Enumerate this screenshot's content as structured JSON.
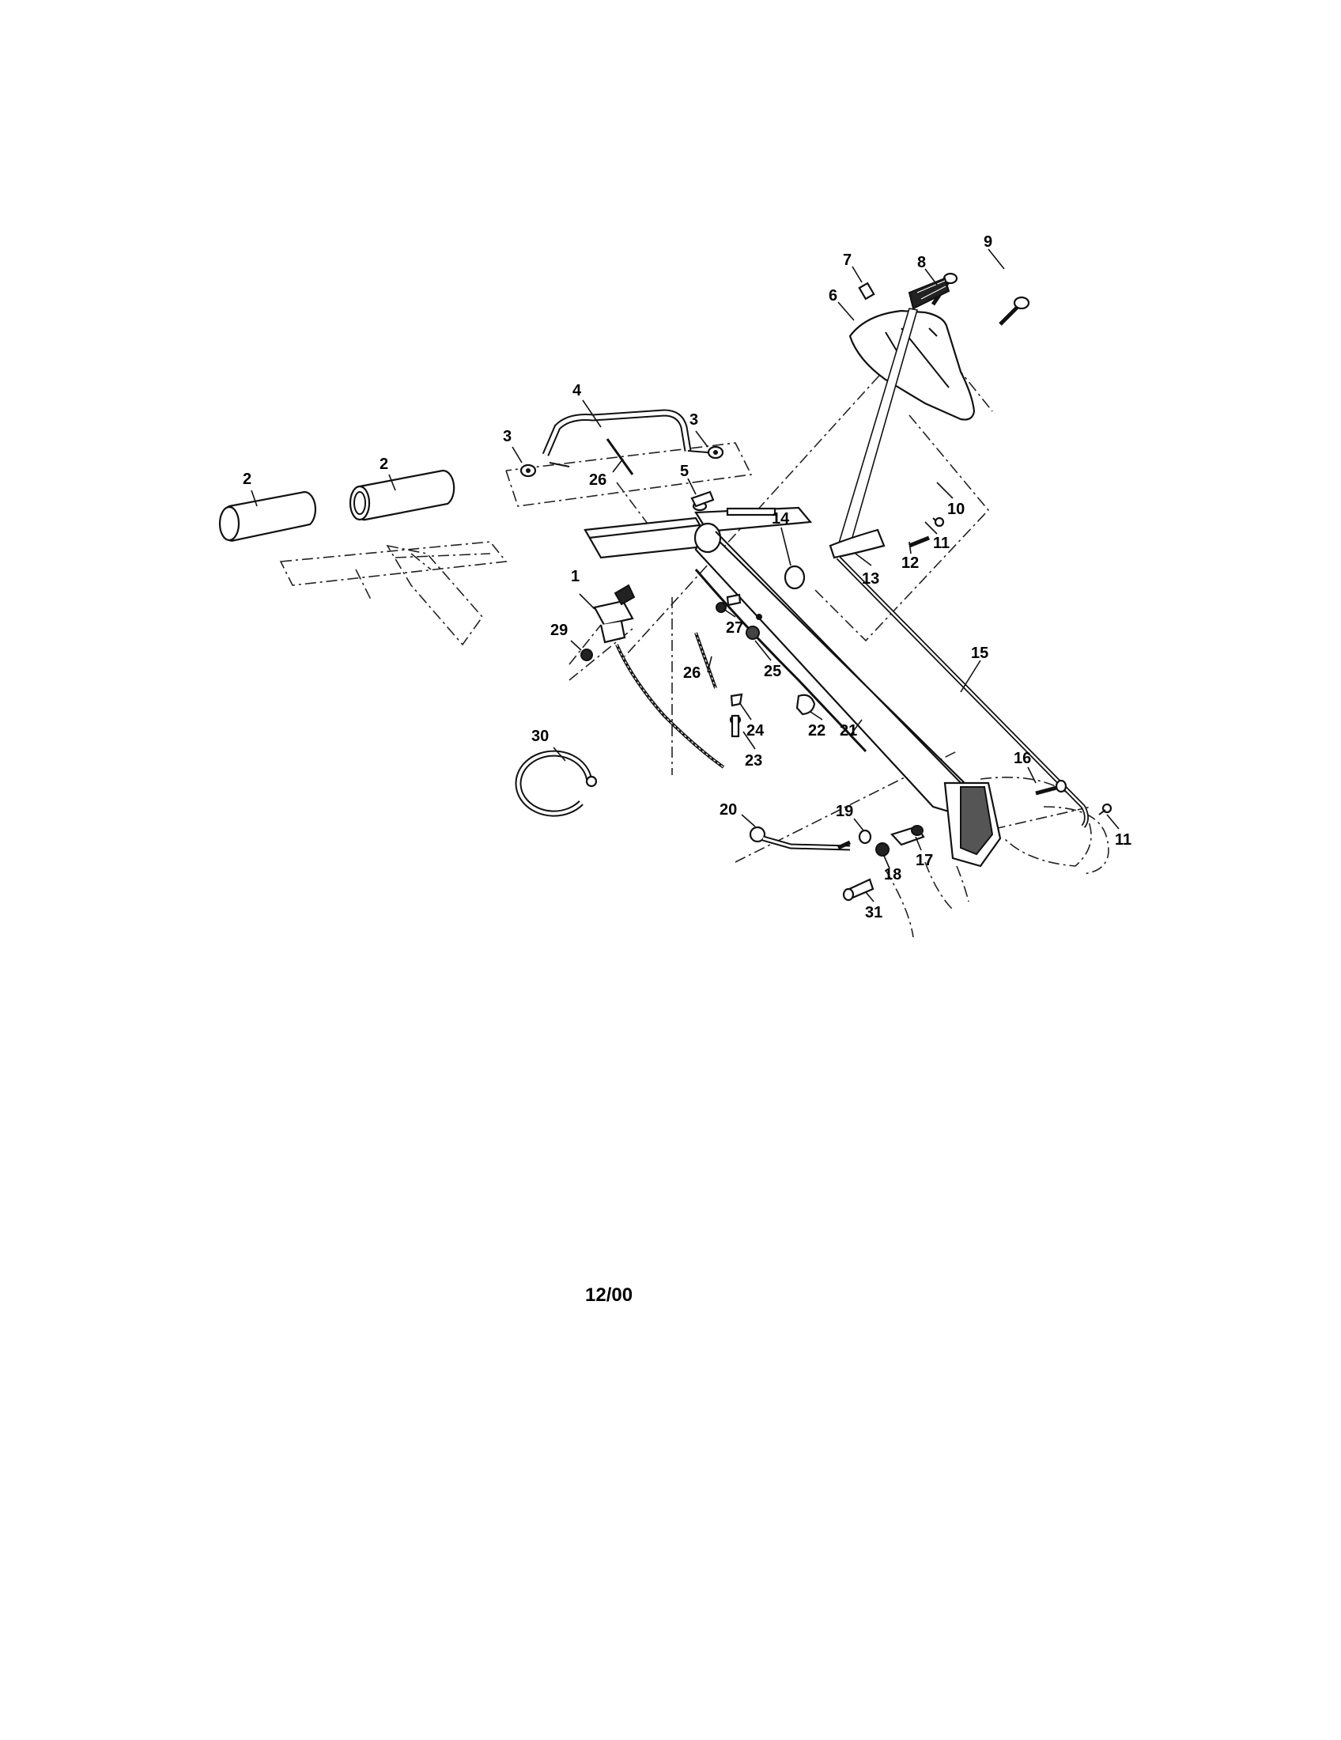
{
  "diagram": {
    "callouts": [
      "1",
      "2",
      "2",
      "3",
      "3",
      "4",
      "5",
      "6",
      "7",
      "8",
      "9",
      "10",
      "11",
      "11",
      "12",
      "13",
      "14",
      "15",
      "16",
      "17",
      "18",
      "19",
      "20",
      "21",
      "22",
      "23",
      "24",
      "25",
      "26",
      "26",
      "27",
      "29",
      "30",
      "31"
    ]
  },
  "footer": {
    "date": "12/00"
  }
}
